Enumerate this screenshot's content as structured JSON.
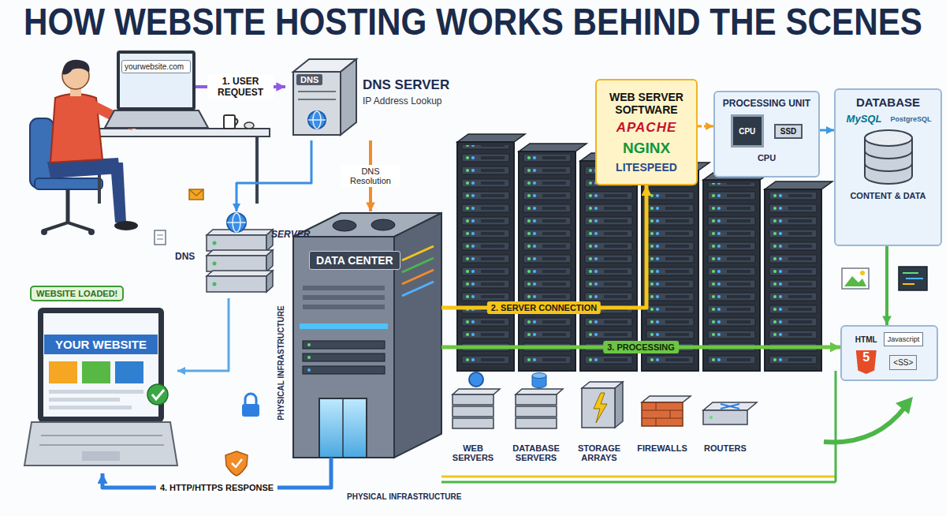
{
  "diagram": {
    "title": "HOW WEBSITE HOSTING WORKS BEHIND THE SCENES",
    "nodes": [
      {
        "text": [
          "yourwebsite.com"
        ]
      },
      {
        "text": [
          "DNS",
          "DNS SERVER",
          "IP Address Lookup"
        ]
      },
      {
        "text": [
          "DNS",
          "SERVER"
        ]
      },
      {
        "text": [
          "DATA CENTER"
        ]
      },
      {
        "text": [
          "WEB SERVER SOFTWARE",
          "APACHE",
          "NGINX",
          "LITESPEED"
        ]
      },
      {
        "text": [
          "PROCESSING UNIT",
          "CPU"
        ]
      },
      {
        "text": [
          "CPU"
        ],
        "in": 5
      },
      {
        "text": [
          "SSD"
        ],
        "in": 5
      },
      {
        "text": [
          "DATABASE",
          "MySQL",
          "PostgreSQL",
          "CONTENT & DATA"
        ]
      },
      {
        "text": [
          "HTML",
          "5",
          "Javascript",
          "<SS>"
        ]
      },
      {
        "text": [
          "WEBSITE LOADED!",
          "YOUR WEBSITE"
        ]
      }
    ],
    "edges": [
      {
        "from": 0,
        "to": 1,
        "arrow": "to",
        "label": "1. USER REQUEST"
      },
      {
        "from": 1,
        "to": 3,
        "arrow": "to",
        "label": "DNS Resolution"
      },
      {
        "from": 1,
        "to": 2,
        "arrow": "to"
      },
      {
        "from": 3,
        "to": 4,
        "arrow": "to",
        "label": "2. SERVER CONNECTION"
      },
      {
        "from": 4,
        "to": 5,
        "arrow": "to"
      },
      {
        "from": 5,
        "to": 8,
        "arrow": "to"
      },
      {
        "from": 8,
        "to": 9,
        "arrow": "to"
      },
      {
        "from": 3,
        "to": 9,
        "arrow": "to",
        "label": "3. PROCESSING"
      },
      {
        "from": 3,
        "to": 10,
        "arrow": "to",
        "label": "4. HTTP/HTTPS RESPONSE"
      },
      {
        "from": 2,
        "to": 10,
        "arrow": "to"
      }
    ],
    "labels": [
      "PHYSICAL INFRASTRUCTURE",
      "PHYSICAL INFRASTRUCTURE",
      "WEB SERVERS",
      "DATABASE SERVERS",
      "STORAGE ARRAYS",
      "FIREWALLS",
      "ROUTERS"
    ]
  }
}
